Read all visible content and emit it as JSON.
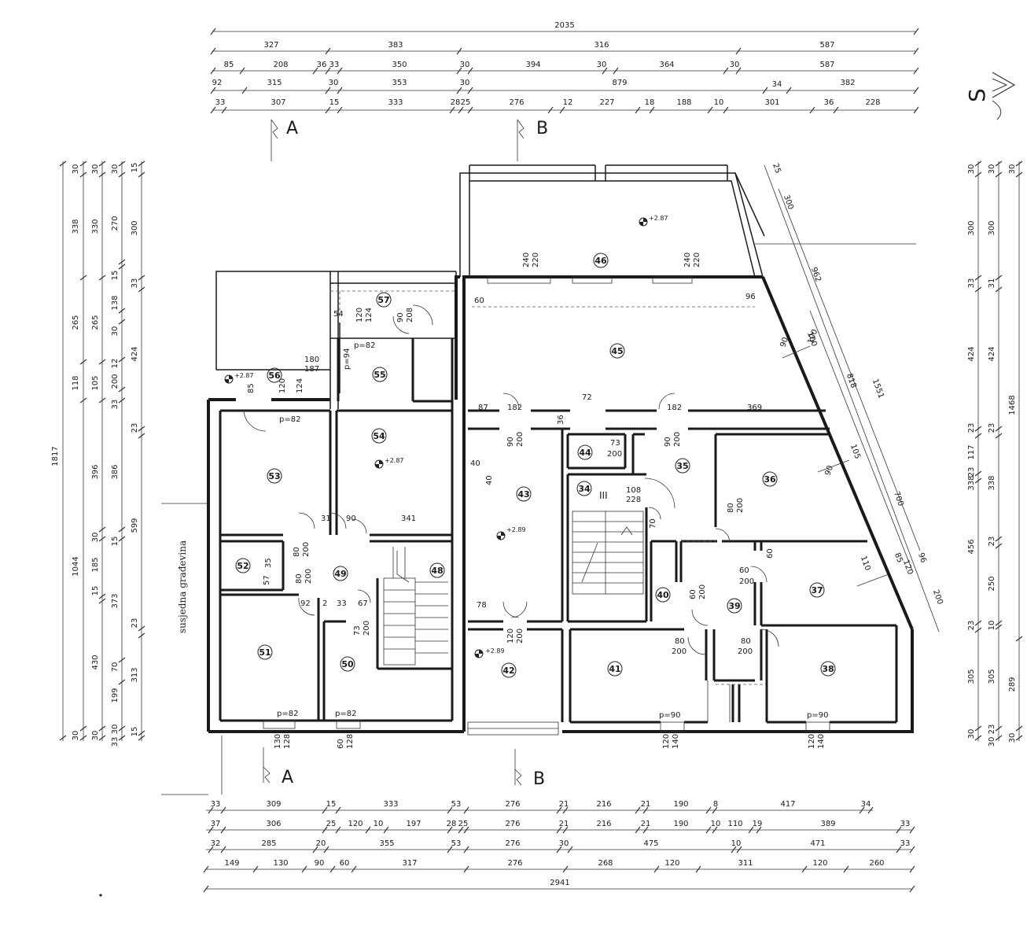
{
  "dim_top": [
    [
      "2035"
    ],
    [
      "327",
      "383",
      "316",
      "587"
    ],
    [
      "85",
      "208",
      "36",
      "33",
      "350",
      "30",
      "394",
      "30",
      "364",
      "30",
      "587"
    ],
    [
      "92",
      "315",
      "30",
      "353",
      "30",
      "879",
      "34",
      "382"
    ],
    [
      "33",
      "307",
      "15",
      "333",
      "28",
      "25",
      "276",
      "12",
      "227",
      "18",
      "188",
      "10",
      "301",
      "36",
      "228"
    ]
  ],
  "dim_bottom": [
    [
      "33",
      "309",
      "15",
      "333",
      "53",
      "276",
      "21",
      "216",
      "21",
      "190",
      "8",
      "417",
      "34"
    ],
    [
      "37",
      "306",
      "25",
      "120",
      "10",
      "197",
      "28",
      "25",
      "276",
      "21",
      "216",
      "21",
      "190",
      "10",
      "110",
      "19",
      "389",
      "33"
    ],
    [
      "32",
      "285",
      "20",
      "355",
      "53",
      "276",
      "30",
      "475",
      "10",
      "471",
      "33"
    ],
    [
      "149",
      "130",
      "90",
      "60",
      "317",
      "276",
      "268",
      "120",
      "311",
      "120",
      "260"
    ],
    [
      "2941"
    ]
  ],
  "dim_left": [
    [
      "1817"
    ],
    [
      "30",
      "338",
      "265",
      "118",
      "1044",
      "30"
    ],
    [
      "30",
      "330",
      "265",
      "105",
      "396",
      "30",
      "185",
      "15",
      "430",
      "30"
    ],
    [
      "30",
      "270",
      "15",
      "138",
      "30",
      "12",
      "200",
      "33",
      "386",
      "15",
      "373",
      "70",
      "199",
      "30",
      "33"
    ],
    [
      "15",
      "300",
      "33",
      "424",
      "23",
      "599",
      "23",
      "313",
      "15"
    ]
  ],
  "dim_right": [
    [
      "30",
      "300",
      "33",
      "424",
      "23",
      "117",
      "23",
      "338",
      "456",
      "23",
      "305",
      "30"
    ],
    [
      "30",
      "300",
      "31",
      "424",
      "23",
      "338",
      "23",
      "250",
      "10",
      "305",
      "23",
      "30"
    ],
    [
      "30",
      "1468",
      "289",
      "30"
    ]
  ],
  "dim_diag": [
    "25",
    "300",
    "962",
    "100",
    "818",
    "1551",
    "105",
    "700",
    "110",
    "85",
    "120",
    "96",
    "200"
  ],
  "sections": {
    "a_top": "A",
    "b_top": "B",
    "a_bottom": "A",
    "b_bottom": "B"
  },
  "north": "S",
  "neighbor_label": "susjedna građevina",
  "rooms": [
    "57",
    "56",
    "55",
    "54",
    "53",
    "52",
    "49",
    "48",
    "51",
    "50",
    "46",
    "45",
    "44",
    "43",
    "42",
    "34",
    "35",
    "36",
    "37",
    "38",
    "39",
    "40",
    "41"
  ],
  "levels": [
    "+2.87",
    "+2.87",
    "+2.87",
    "+2.89",
    "+2.89"
  ],
  "room_dims": {
    "r46a": "240",
    "r46b": "220",
    "r46c": "240",
    "r46d": "220",
    "r45a": "60",
    "r45b": "96",
    "r45c": "90",
    "r45d": "100",
    "r57a": "54",
    "r57b": "120",
    "r57c": "124",
    "r57d": "90",
    "r57e": "208",
    "r55a": "p=82",
    "r55b": "p=94",
    "r55c": "180",
    "r55d": "187",
    "r56a": "85",
    "r56b": "120",
    "r56c": "124",
    "r56d": "p=82",
    "r54a": "341",
    "r43a": "87",
    "r43b": "182",
    "r43c": "90",
    "r43d": "200",
    "r43e": "40",
    "r43f": "40",
    "r43g": "36",
    "r43h": "72",
    "r44a": "73",
    "r44b": "200",
    "r44c": "182",
    "r44d": "369",
    "r34a": "108",
    "r34b": "228",
    "r34c": "70",
    "r35a": "90",
    "r35b": "200",
    "r36a": "90",
    "r36b": "80",
    "r36c": "200",
    "r37a": "60",
    "r37b": "200",
    "r37c": "60",
    "r40a": "60",
    "r40b": "200",
    "r39a": "80",
    "r39b": "200",
    "r39c": "80",
    "r39d": "200",
    "r49a": "80",
    "r49b": "200",
    "r49c": "80",
    "r49d": "200",
    "r49e": "31",
    "r49f": "90",
    "r49g": "92",
    "r52a": "57",
    "r52b": "35",
    "r50a": "33",
    "r50b": "67",
    "r50c": "73",
    "r50d": "200",
    "r50e": "2",
    "r42a": "78",
    "r42b": "120",
    "r42c": "200",
    "p51": "p=82",
    "p50": "p=82",
    "p41": "p=90",
    "p38": "p=90",
    "w51a": "130",
    "w51b": "128",
    "w50a": "60",
    "w50b": "128",
    "w41a": "120",
    "w41b": "140",
    "w38a": "120",
    "w38b": "140"
  },
  "stair_symbol": "III"
}
